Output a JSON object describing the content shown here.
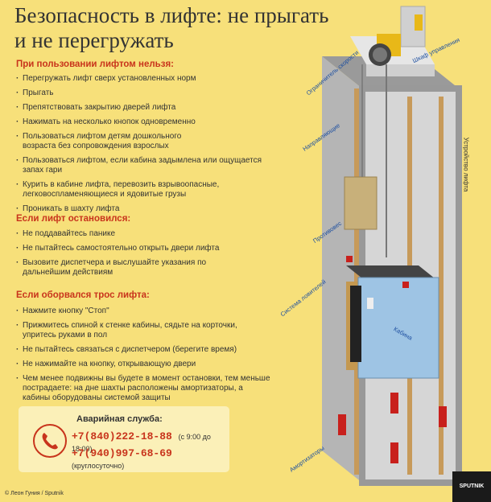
{
  "title": "Безопасность в лифте: не прыгать и не перегружать",
  "sections": [
    {
      "heading": "При пользовании лифтом нельзя:",
      "items": [
        "Перегружать лифт сверх установленных норм",
        "Прыгать",
        "Препятствовать закрытию дверей лифта",
        "Нажимать на несколько кнопок одновременно",
        "Пользоваться лифтом детям дошкольного возраста без сопровождения взрослых",
        "Пользоваться лифтом, если кабина задымлена или ощущается запах гари",
        "Курить в кабине лифта, перевозить взрывоопасные, легковоспламеняющиеся и ядовитые грузы",
        "Проникать в шахту лифта"
      ]
    },
    {
      "heading": "Если лифт остановился:",
      "items": [
        "Не поддавайтесь панике",
        "Не пытайтесь самостоятельно открыть двери лифта",
        "Вызовите диспетчера и выслушайте указания по дальнейшим действиям"
      ]
    },
    {
      "heading": "Если оборвался трос лифта:",
      "items": [
        "Нажмите кнопку \"Стоп\"",
        "Прижмитесь спиной к стенке кабины, сядьте на корточки, упритесь руками в пол",
        "Не пытайтесь связаться с диспетчером (берегите время)",
        "Не нажимайте на кнопку, открывающую двери",
        "Чем менее подвижны вы будете в момент остановки, тем меньше пострадаете: на дне шахты расположены амортизаторы, а кабины оборудованы системой защиты"
      ]
    }
  ],
  "emergency": {
    "title": "Аварийная служба:",
    "phones": [
      {
        "number": "+7(840)222-18-88",
        "hours": "(с 9:00 до 18:00)"
      },
      {
        "number": "+7(940)997-68-69",
        "hours": "(круглосуточно)"
      }
    ]
  },
  "diagram_labels": {
    "control_cabinet": "Шкаф управления",
    "speed_limiter": "Ограничитель скорости",
    "guides": "Направляющие",
    "counterweight": "Противовес",
    "catchers": "Система ловителей",
    "cabin": "Кабина",
    "buffers": "Амортизаторы",
    "device": "Устройство лифта"
  },
  "credit": "© Леон Гуния / Sputnik",
  "logo": "SPUTNIK",
  "colors": {
    "background": "#f7e07a",
    "accent": "#c8341c",
    "label": "#1d4fa0"
  }
}
